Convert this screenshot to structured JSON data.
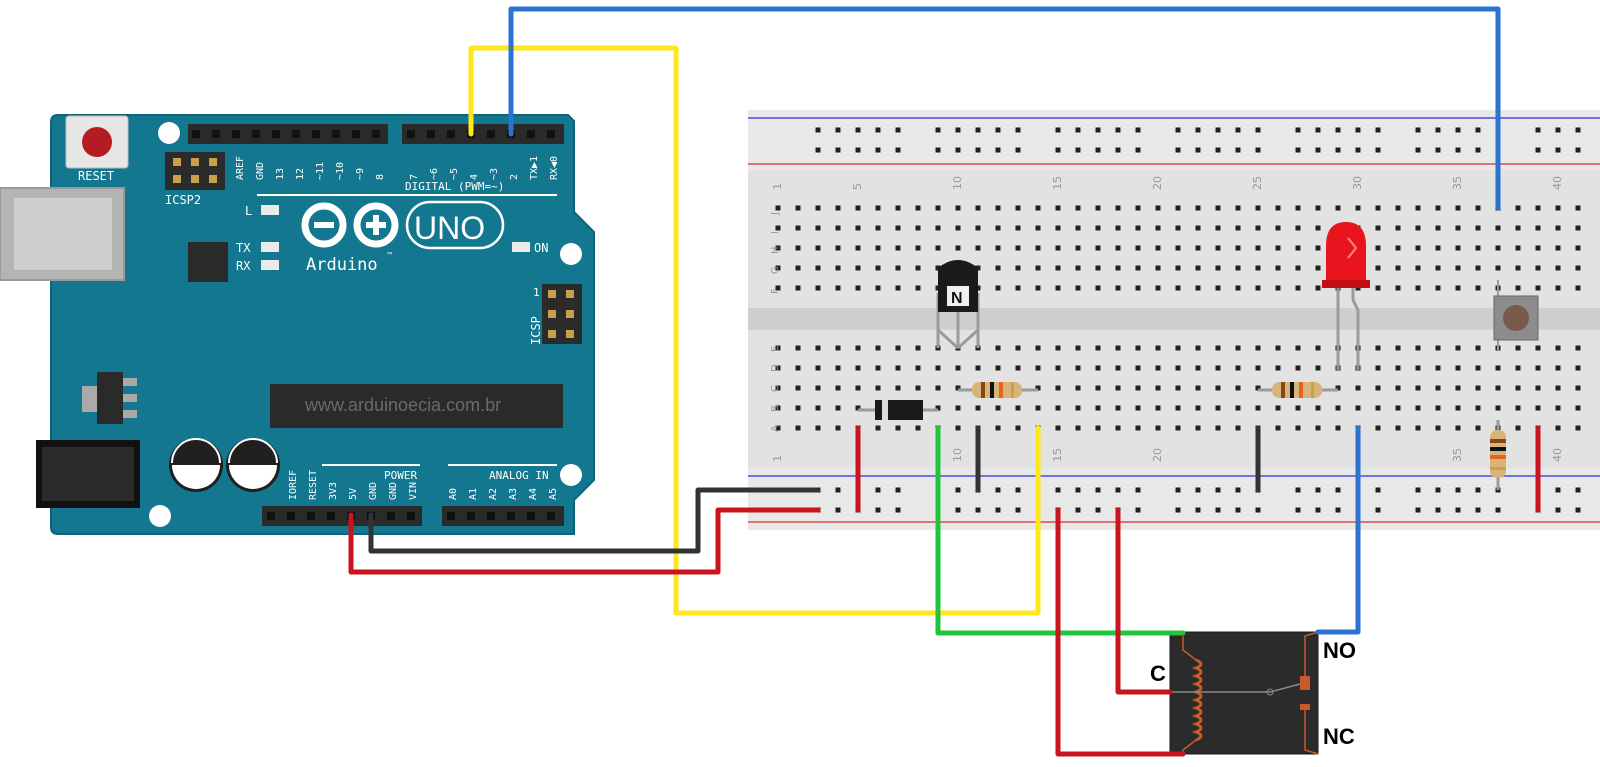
{
  "arduino": {
    "reset_label": "RESET",
    "icsp2_label": "ICSP2",
    "icsp_label": "ICSP",
    "icsp_pin1": "1",
    "logo_text": "Arduino",
    "tm": "™",
    "uno_text": "UNO",
    "digital_label": "DIGITAL (PWM=~)",
    "power_label": "POWER",
    "analog_label": "ANALOG IN",
    "led_l": "L",
    "led_tx": "TX",
    "led_rx": "RX",
    "led_on": "ON",
    "watermark": "www.arduinoecia.com.br",
    "digital_pins_left": [
      "AREF",
      "GND",
      "13",
      "12",
      "~11",
      "~10",
      "~9",
      "8"
    ],
    "digital_pins_right": [
      "7",
      "~6",
      "~5",
      "4",
      "~3",
      "2",
      "TX▶1",
      "RX◀0"
    ],
    "power_pins": [
      "IOREF",
      "RESET",
      "3V3",
      "5V",
      "GND",
      "GND",
      "VIN"
    ],
    "analog_pins": [
      "A0",
      "A1",
      "A2",
      "A3",
      "A4",
      "A5"
    ]
  },
  "breadboard": {
    "row_letters_top": [
      "J",
      "I",
      "H",
      "G",
      "F"
    ],
    "row_letters_bottom": [
      "E",
      "D",
      "C",
      "B",
      "A"
    ],
    "column_numbers_top": [
      "1",
      "5",
      "10",
      "15",
      "20",
      "25",
      "30",
      "35",
      "40"
    ],
    "column_numbers_bottom": [
      "1",
      "10",
      "15",
      "20",
      "35",
      "40"
    ]
  },
  "components": {
    "transistor_mark": "N"
  },
  "relay": {
    "label_c": "C",
    "label_no": "NO",
    "label_nc": "NC"
  },
  "wire_colors": {
    "yellow": "#ffe81a",
    "blue": "#2a73d0",
    "red": "#c8141e",
    "black": "#333333",
    "green": "#22c43a"
  }
}
